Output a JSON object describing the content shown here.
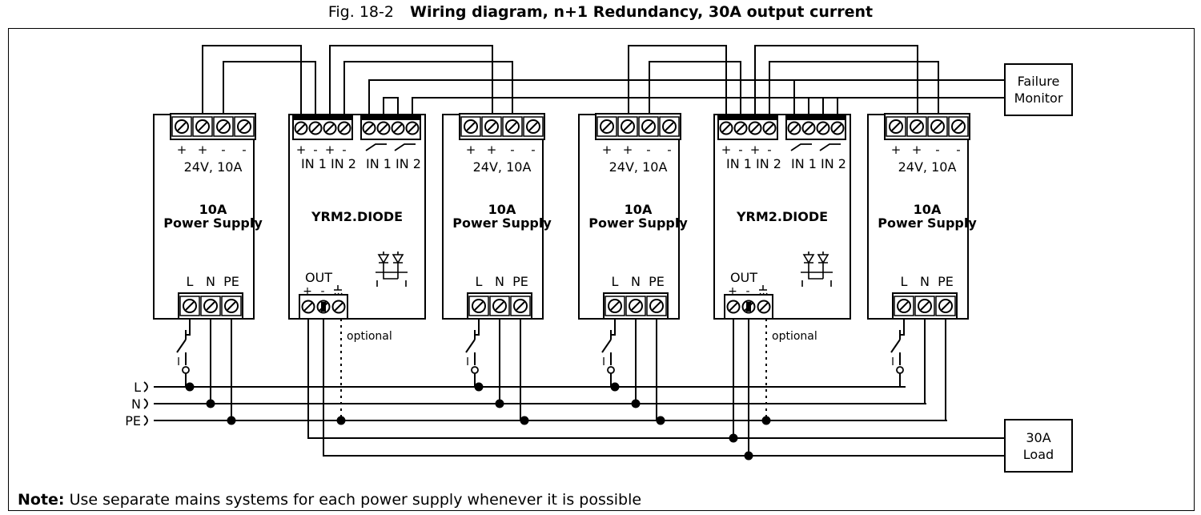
{
  "figure": {
    "number": "Fig. 18-2",
    "title": "Wiring diagram, n+1 Redundancy, 30A output current"
  },
  "power_supply": {
    "output_rating": "24V, 10A",
    "name_line1": "10A",
    "name_line2": "Power Supply",
    "plus": "+",
    "minus": "-",
    "L": "L",
    "N": "N",
    "PE": "PE",
    "switch_mark": "I"
  },
  "diode_module": {
    "name": "YRM2.DIODE",
    "in1": "IN 1",
    "in2": "IN 2",
    "out": "OUT",
    "plus": "+",
    "minus": "-",
    "optional": "optional"
  },
  "mains": {
    "L": "L",
    "N": "N",
    "PE": "PE"
  },
  "failure_monitor": {
    "line1": "Failure",
    "line2": "Monitor"
  },
  "load": {
    "line1": "30A",
    "line2": "Load"
  },
  "note": {
    "label": "Note:",
    "text": " Use separate mains systems for each power supply whenever it is possible"
  }
}
